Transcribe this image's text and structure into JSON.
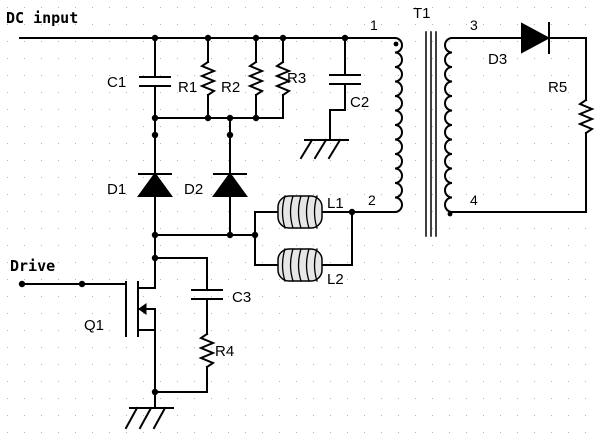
{
  "inputs": {
    "dc_input": "DC input",
    "drive": "Drive"
  },
  "components": {
    "c1": "C1",
    "r1": "R1",
    "r2": "R2",
    "r3": "R3",
    "c2": "C2",
    "d1": "D1",
    "d2": "D2",
    "l1": "L1",
    "l2": "L2",
    "q1": "Q1",
    "c3": "C3",
    "r4": "R4",
    "t1": "T1",
    "d3": "D3",
    "r5": "R5"
  },
  "pins": {
    "p1": "1",
    "p2": "2",
    "p3": "3",
    "p4": "4"
  },
  "colors": {
    "line": "#000000",
    "grid": "#b4b4b4",
    "inductor_fill": "#e6e6e6"
  }
}
